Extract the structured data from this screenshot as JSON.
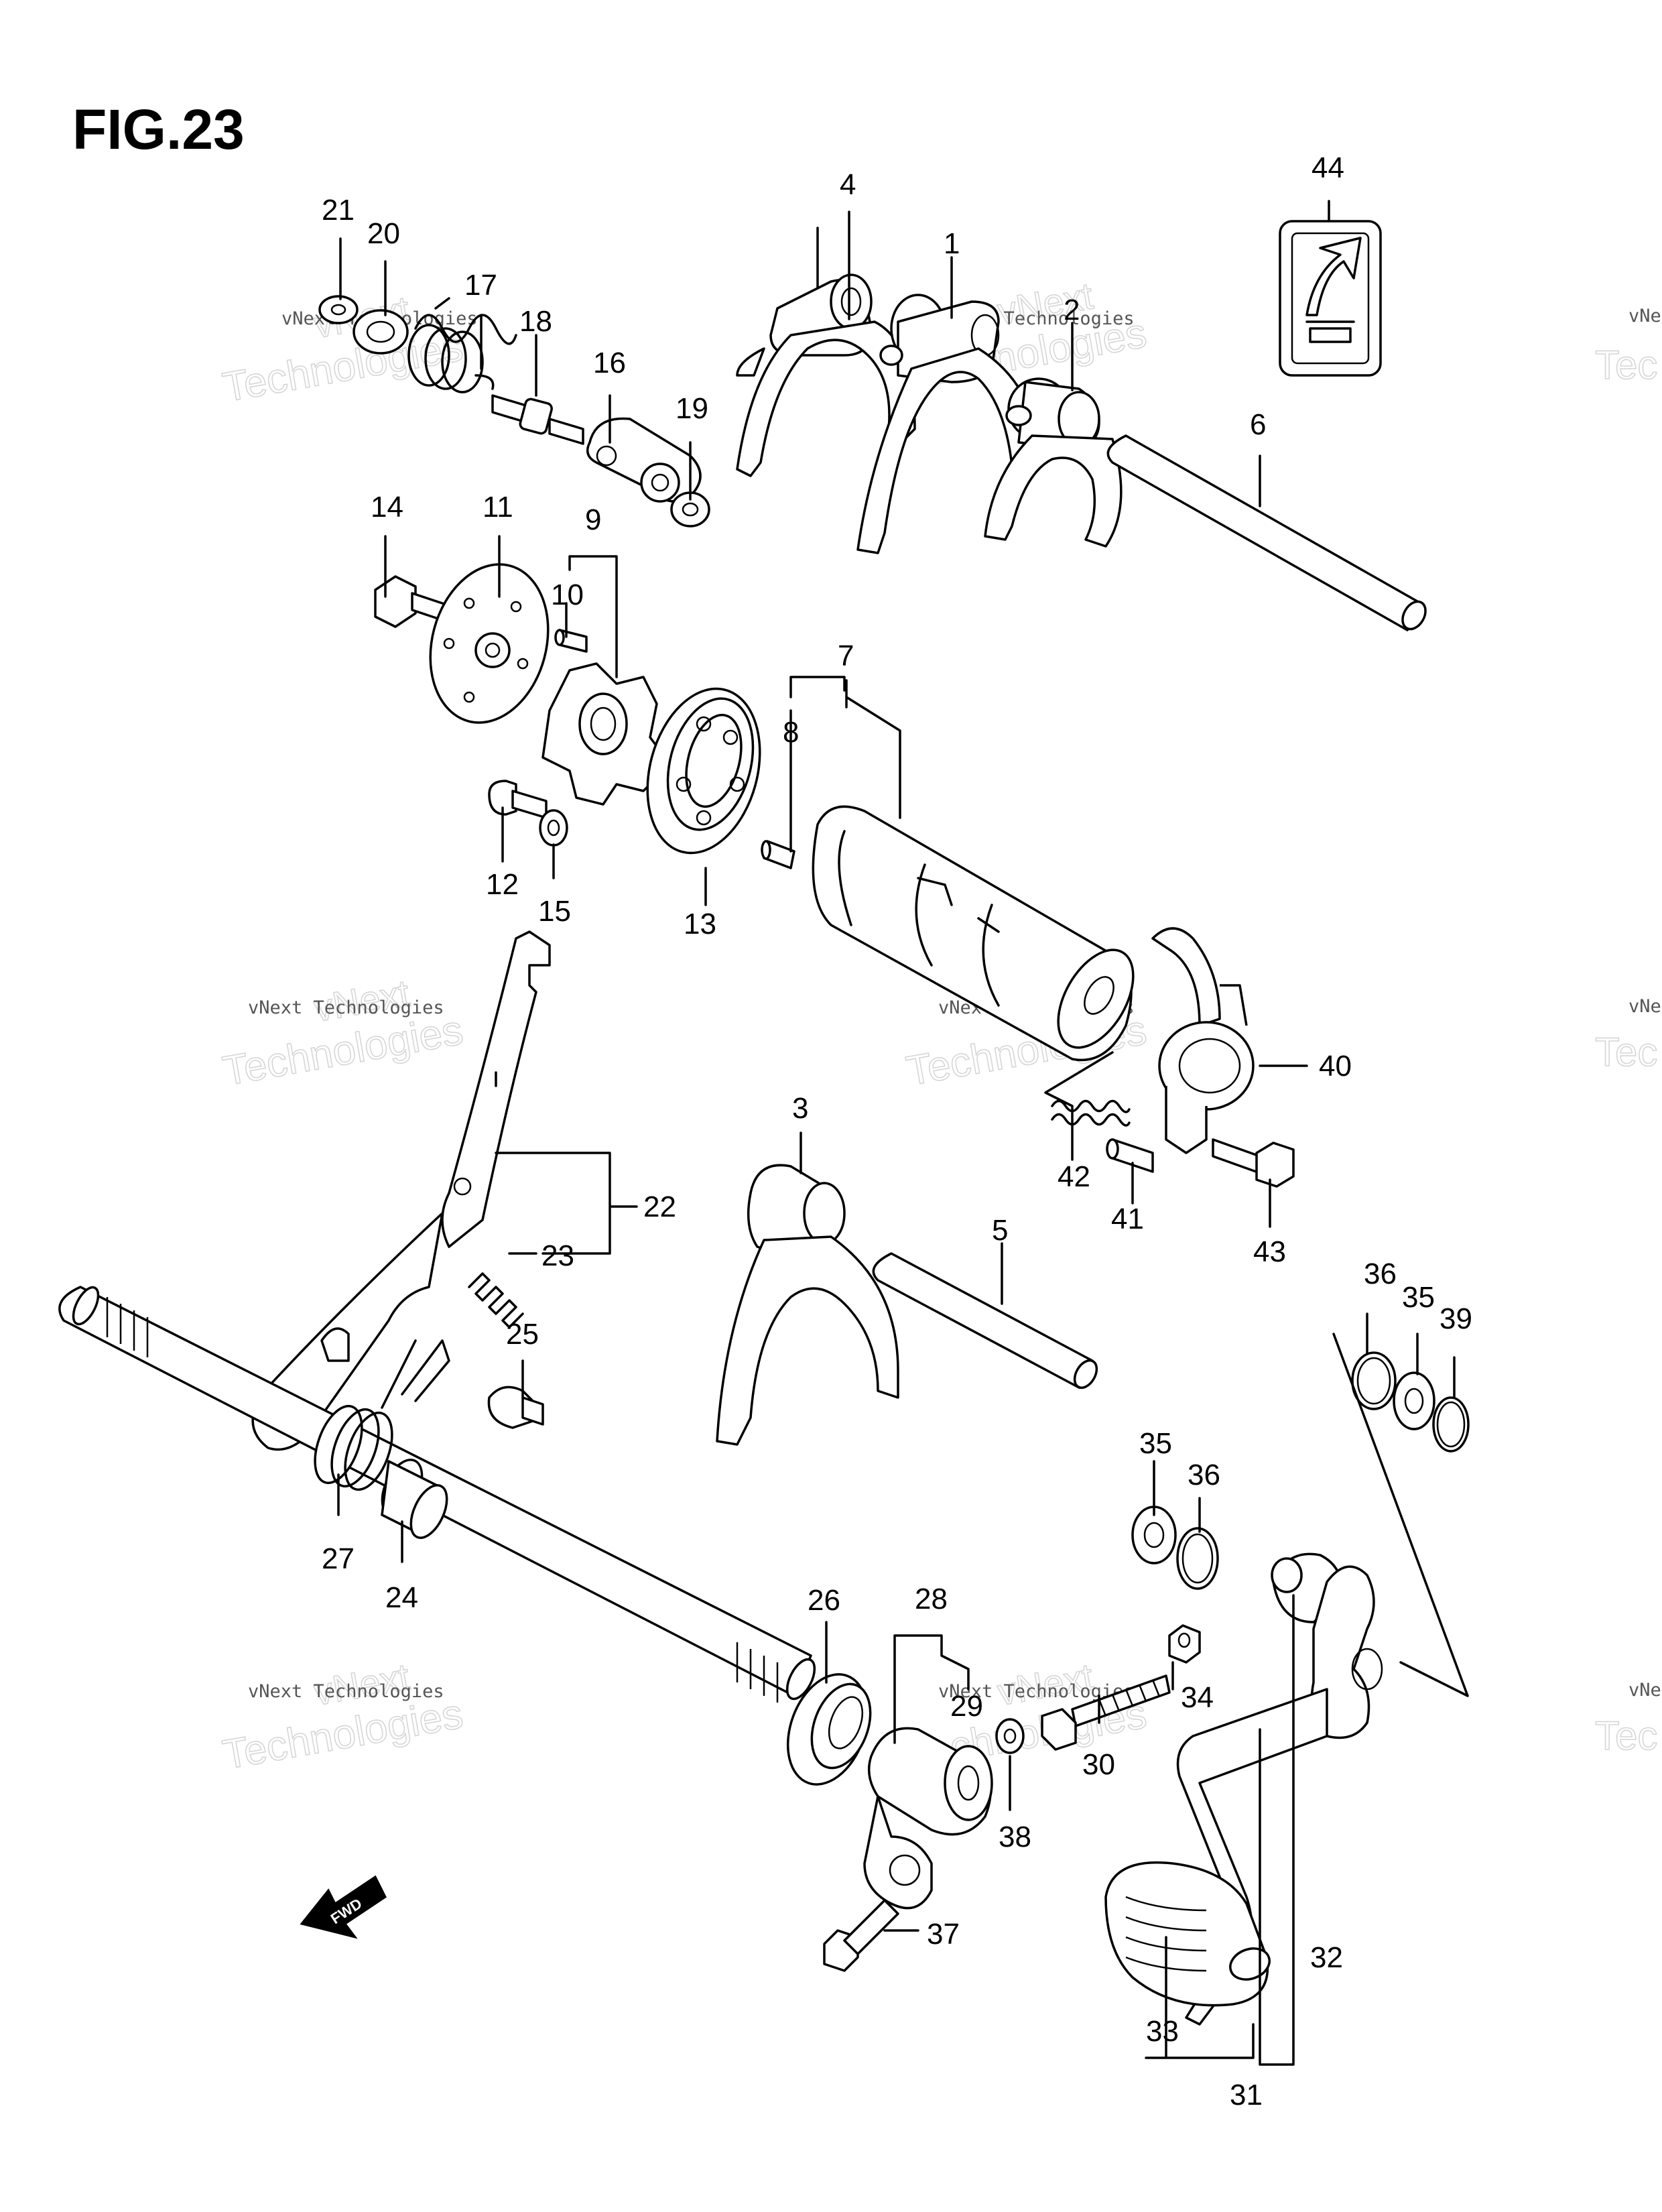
{
  "figure": {
    "title": "FIG.23"
  },
  "watermark": {
    "line1": "vNext Technologies",
    "line2": "vNext",
    "line3": "Technologies",
    "edge": "vNe",
    "edge2": "Tec"
  },
  "direction_arrow": {
    "label": "FWD"
  },
  "parts": [
    "1",
    "2",
    "3",
    "4",
    "5",
    "6",
    "7",
    "8",
    "9",
    "10",
    "11",
    "12",
    "13",
    "14",
    "15",
    "16",
    "17",
    "18",
    "19",
    "20",
    "21",
    "22",
    "23",
    "24",
    "25",
    "26",
    "27",
    "28",
    "29",
    "30",
    "31",
    "32",
    "33",
    "34",
    "35",
    "36",
    "37",
    "38",
    "39",
    "40",
    "41",
    "42",
    "43",
    "44"
  ],
  "repeat_labels": {
    "35b": "35",
    "36b": "36"
  }
}
